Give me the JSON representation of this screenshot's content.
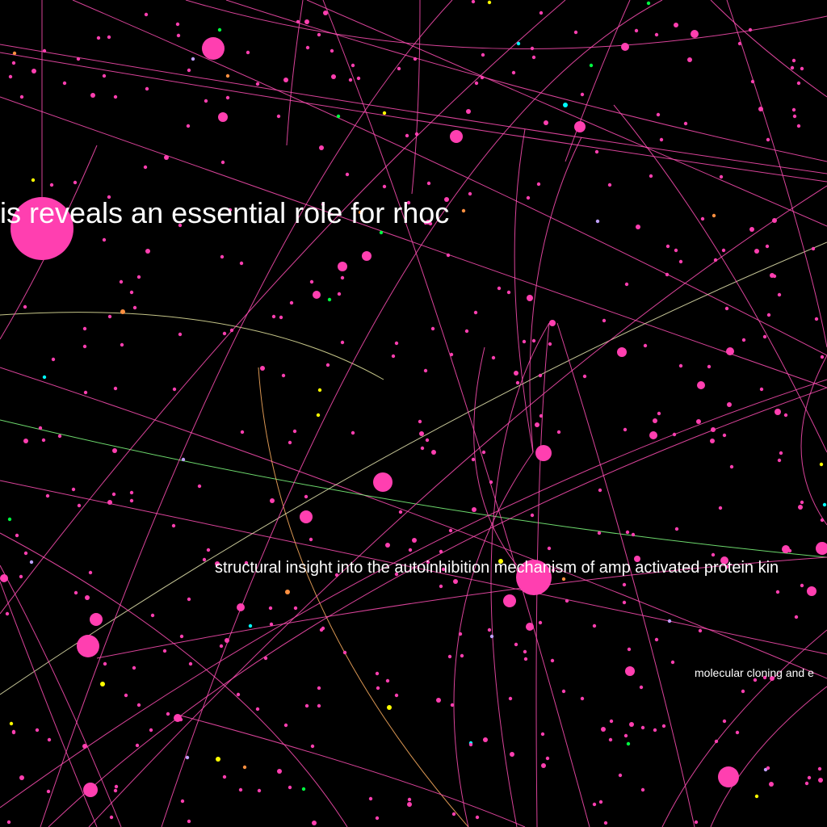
{
  "graph": {
    "background": "#000000",
    "edge_color": "#ff4fb4",
    "node_color": "#ff3fb0",
    "minor_node_colors": [
      "#ff3fb0",
      "#00ffff",
      "#00ff40",
      "#ffff00",
      "#ff9040",
      "#c0a0ff"
    ],
    "labels": {
      "big": "sis reveals an essential role for rhoc",
      "mid": "structural insight into the autoinhibition mechanism of amp activated protein kin",
      "small": "molecular cloning and e"
    }
  }
}
